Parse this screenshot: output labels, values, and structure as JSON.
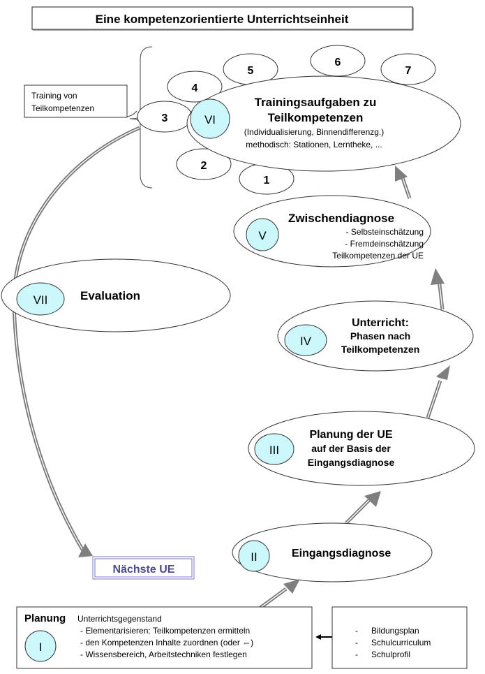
{
  "title": "Eine kompetenzorientierte Unterrichtseinheit",
  "colors": {
    "badge_fill": "#ccf8fc",
    "arrow_gray": "#7f7f7f",
    "next_ue_text": "#4b4b8a",
    "next_ue_border": "#7a7abf"
  },
  "training_label": {
    "line1": "Training von",
    "line2": "Teilkompetenzen"
  },
  "stages": {
    "I": {
      "badge": "I",
      "heading": "Planung",
      "subheading": "Unterrichtsgegenstand",
      "items": [
        "- Elementarisieren: Teilkompetenzen ermitteln",
        "- den Kompetenzen Inhalte zuordnen (oder ⇔)",
        "- Wissensbereich, Arbeitstechniken festlegen"
      ]
    },
    "II": {
      "badge": "II",
      "title": "Eingangsdiagnose"
    },
    "III": {
      "badge": "III",
      "title": "Planung der UE",
      "line2": "auf der Basis der",
      "line3": "Eingangsdiagnose"
    },
    "IV": {
      "badge": "IV",
      "title": "Unterricht:",
      "line2": "Phasen nach",
      "line3": "Teilkompetenzen"
    },
    "V": {
      "badge": "V",
      "title": "Zwischendiagnose",
      "items": [
        "-    Selbsteinschätzung",
        "-    Fremdeinschätzung"
      ],
      "line4": "Teilkompetenzen der  UE"
    },
    "VI": {
      "badge": "VI",
      "title1": "Trainingsaufgaben zu",
      "title2": "Teilkompetenzen",
      "line3": "(Individualisierung, Binnendifferenzg.)",
      "line4": "methodisch: Stationen, Lerntheke, ..."
    },
    "VII": {
      "badge": "VII",
      "title": "Evaluation"
    }
  },
  "training_tasks": [
    "1",
    "2",
    "3",
    "4",
    "5",
    "6",
    "7"
  ],
  "sources": [
    "Bildungsplan",
    "Schulcurriculum",
    "Schulprofil"
  ],
  "source_bullet": "-",
  "next_ue": "Nächste UE"
}
